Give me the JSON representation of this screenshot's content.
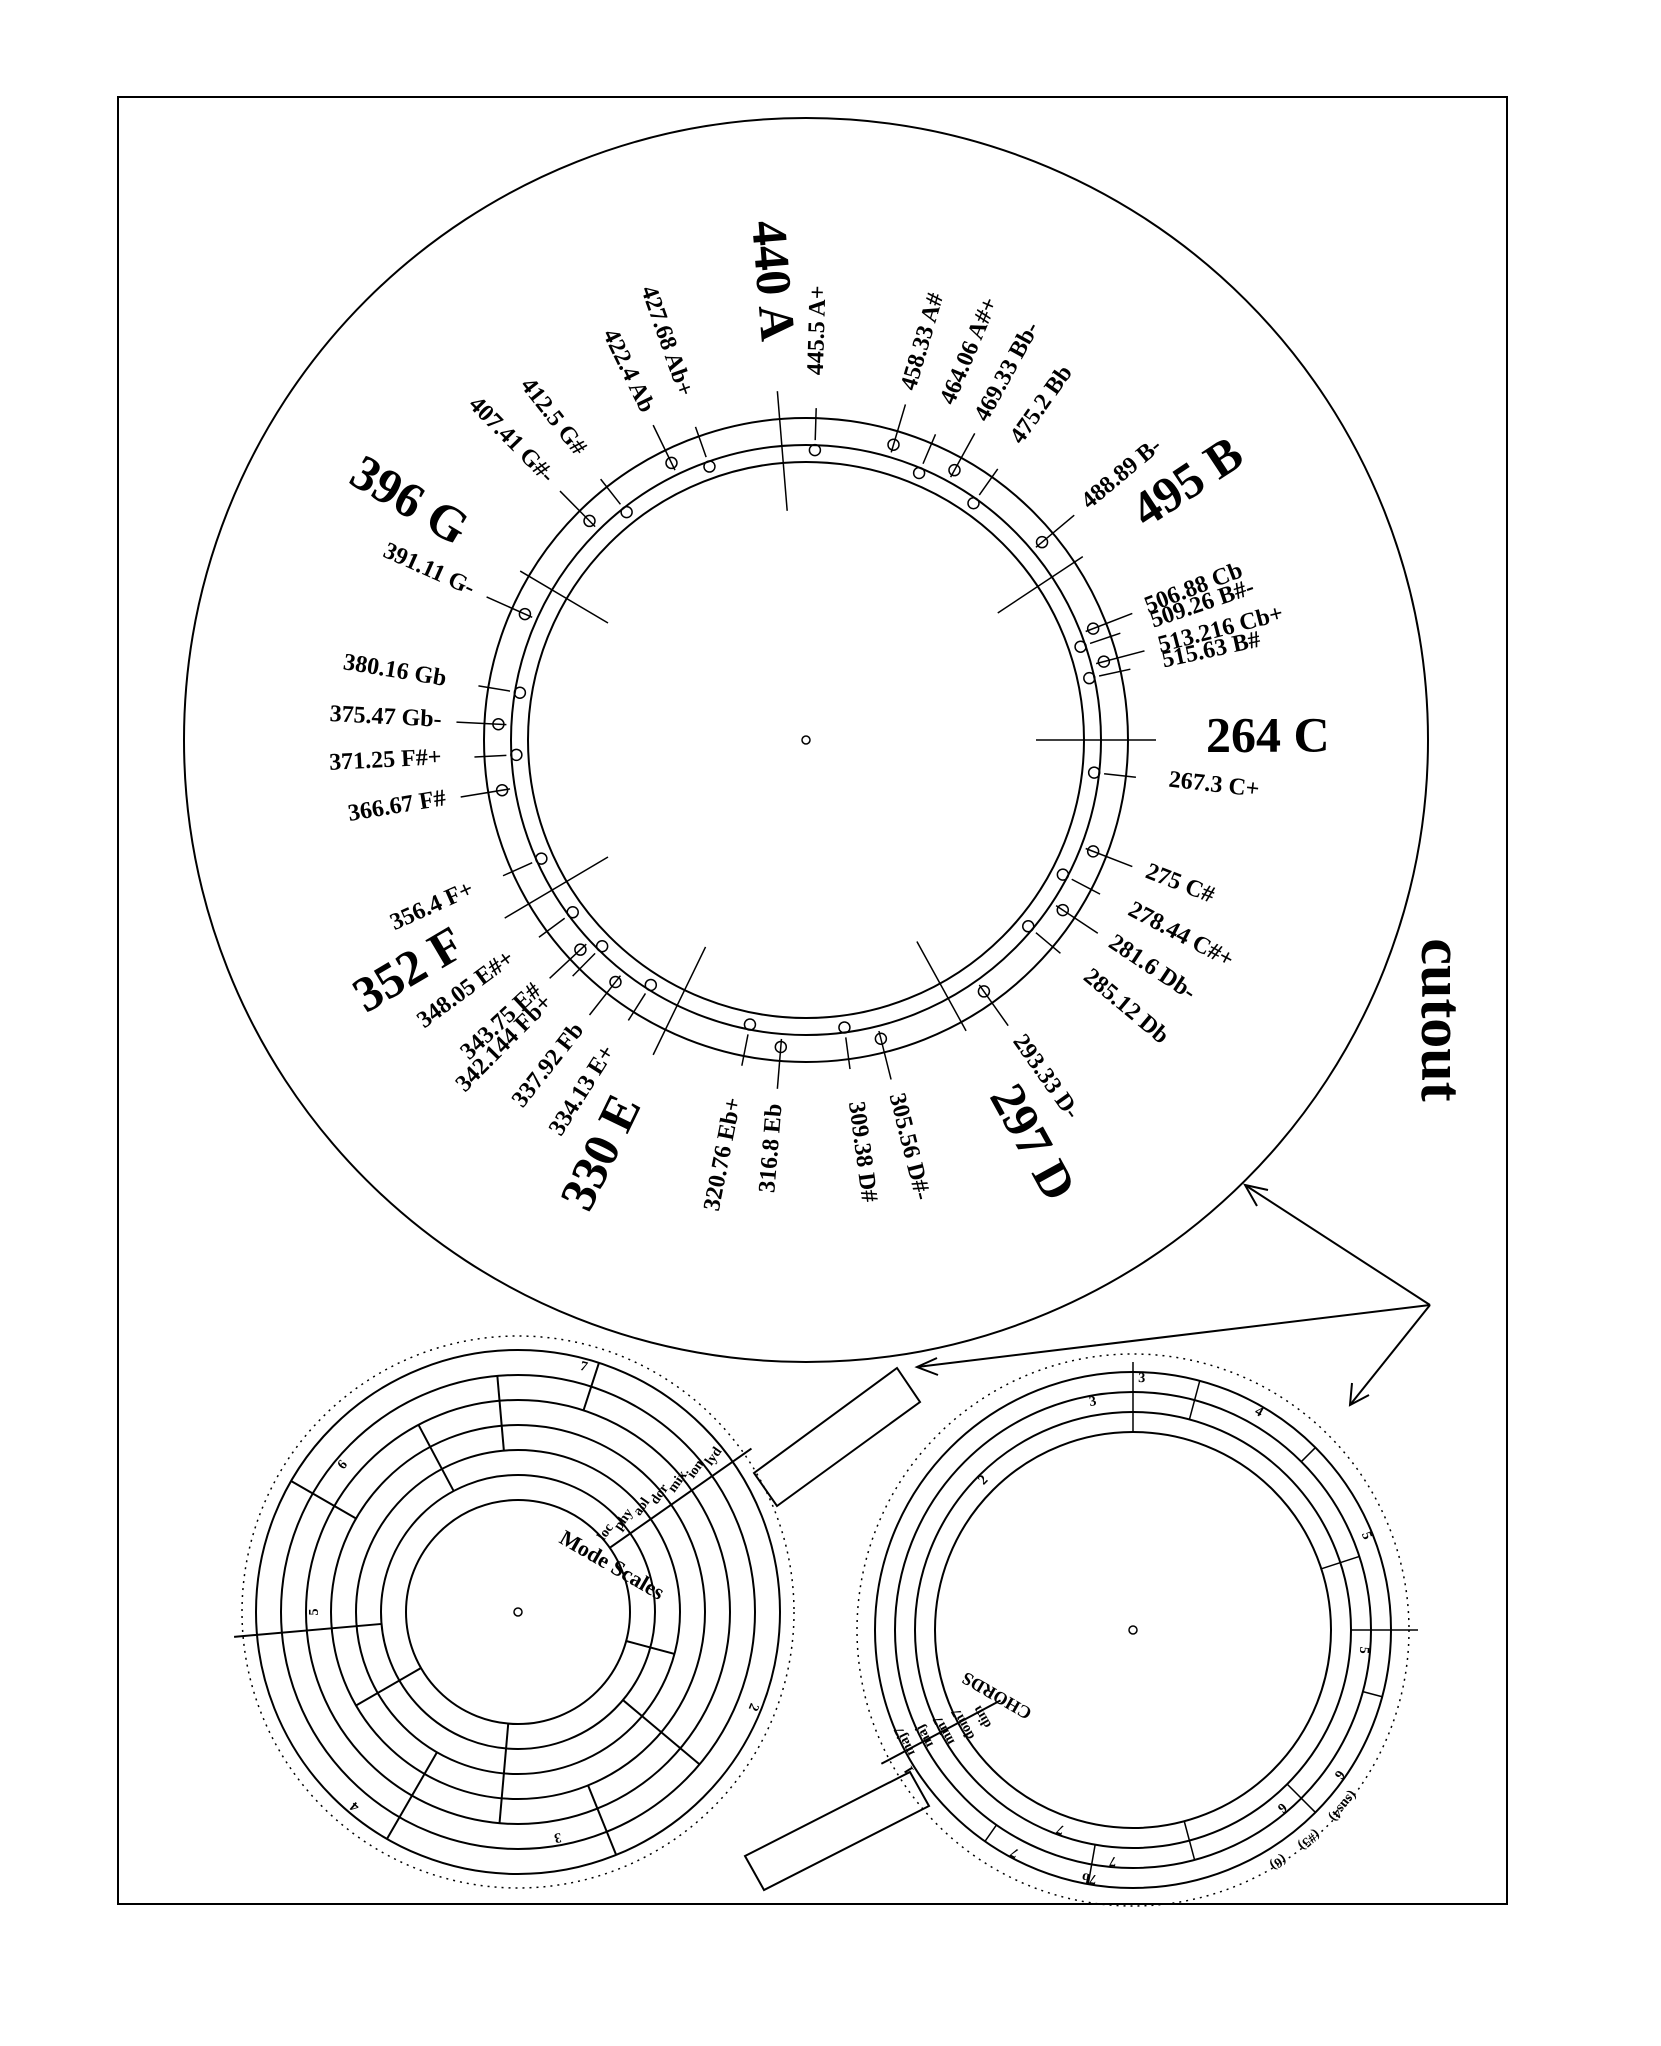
{
  "colors": {
    "ink": "#000000",
    "paper": "#ffffff"
  },
  "cutout_label": "cutout",
  "main_notes": [
    {
      "text": "264 C",
      "big": true
    },
    {
      "text": "267.3 C+"
    },
    {
      "text": "275 C#"
    },
    {
      "text": "278.44 C#+"
    },
    {
      "text": "281.6 Db-"
    },
    {
      "text": "285.12 Db"
    },
    {
      "text": "293.33 D-"
    },
    {
      "text": "297 D",
      "big": true
    },
    {
      "text": "305.56 D#-"
    },
    {
      "text": "309.38 D#"
    },
    {
      "text": "316.8 Eb"
    },
    {
      "text": "320.76 Eb+"
    },
    {
      "text": "330 E",
      "big": true
    },
    {
      "text": "334.13 E+"
    },
    {
      "text": "337.92 Fb"
    },
    {
      "text": "342.144 Fb+"
    },
    {
      "text": "343.75 E#"
    },
    {
      "text": "348.05 E#+"
    },
    {
      "text": "352 F",
      "big": true
    },
    {
      "text": "356.4 F+"
    },
    {
      "text": "366.67 F#"
    },
    {
      "text": "371.25 F#+"
    },
    {
      "text": "375.47 Gb-"
    },
    {
      "text": "380.16 Gb"
    },
    {
      "text": "391.11 G-"
    },
    {
      "text": "396 G",
      "big": true
    },
    {
      "text": "407.41 G#-"
    },
    {
      "text": "412.5 G#"
    },
    {
      "text": "422.4 Ab"
    },
    {
      "text": "427.68 Ab+"
    },
    {
      "text": "440 A",
      "big": true
    },
    {
      "text": "445.5 A+"
    },
    {
      "text": "458.33 A#"
    },
    {
      "text": "464.06 A#+"
    },
    {
      "text": "469.33 Bb-"
    },
    {
      "text": "475.2 Bb"
    },
    {
      "text": "488.89 B-"
    },
    {
      "text": "495 B",
      "big": true
    },
    {
      "text": "506.88 Cb"
    },
    {
      "text": "509.26 B#-"
    },
    {
      "text": "513.216 Cb+"
    },
    {
      "text": "515.63 B#"
    }
  ],
  "mode_wheel": {
    "title": "Mode Scales",
    "mode_labels": [
      "lyd",
      "ion",
      "mix",
      "dor",
      "aol",
      "phy",
      "loc"
    ],
    "degree_labels": [
      "2",
      "3",
      "4",
      "5",
      "6",
      "7"
    ]
  },
  "chord_wheel": {
    "title": "CHORDS",
    "degree_labels": [
      "2",
      "3",
      "3",
      "4",
      "5",
      "5",
      "6",
      "6",
      "7",
      "7",
      "7",
      "7b",
      "1"
    ],
    "chord_labels": [
      "(sus4)",
      "(#5)",
      "(6)",
      "dim",
      "dom7",
      "min7",
      "maj",
      "maj7"
    ]
  }
}
